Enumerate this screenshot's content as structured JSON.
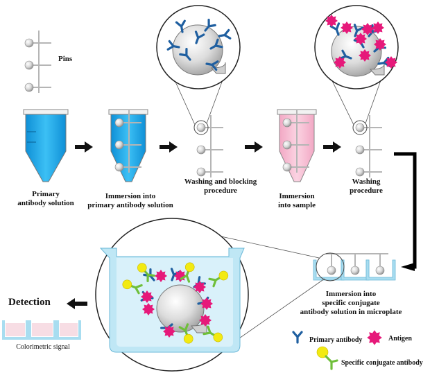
{
  "labels": {
    "pins": "Pins",
    "primary_solution": [
      "Primary",
      "antibody solution"
    ],
    "immersion_primary": [
      "Immersion into",
      "primary antibody solution"
    ],
    "washing_blocking": [
      "Washing and blocking",
      "procedure"
    ],
    "immersion_sample": [
      "Immersion",
      "into sample"
    ],
    "washing": [
      "Washing",
      "procedure"
    ],
    "immersion_conjugate": [
      "Immersion into",
      "specific conjugate",
      "antibody solution in microplate"
    ],
    "detection": "Detection",
    "colorimetric": "Colorimetric signal"
  },
  "legend": {
    "primary_antibody": "Primary antibody",
    "antigen": "Antigen",
    "conjugate_antibody": "Specific conjugate antibody"
  },
  "colors": {
    "blue_solution": "#1aa7e6",
    "pink_sample": "#f7bfd3",
    "antibody": "#1f5fa0",
    "antigen": "#e6197a",
    "conjugate_yellow": "#f2ea12",
    "conjugate_green": "#6fbf3a",
    "plate_blue": "#a8ddf0",
    "well_pink": "#f7dde4"
  }
}
